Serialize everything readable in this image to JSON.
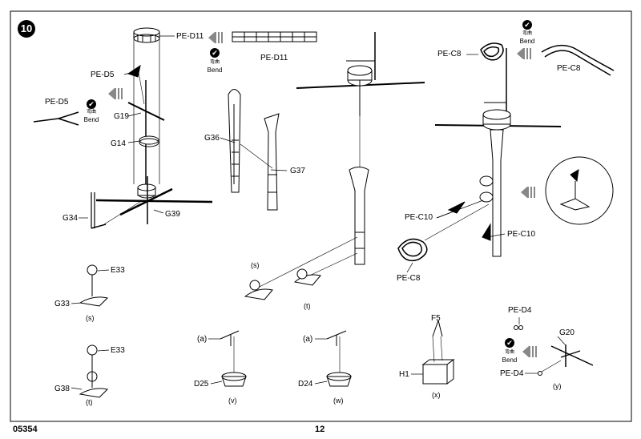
{
  "step": {
    "number": "10"
  },
  "footer": {
    "code": "05354",
    "page": "12"
  },
  "bend": {
    "cjk": "弯曲",
    "text": "Bend"
  },
  "labels": {
    "pe_d11_a": "PE-D11",
    "pe_d11_b": "PE-D11",
    "pe_d5_a": "PE-D5",
    "pe_d5_b": "PE-D5",
    "g19": "G19",
    "g14": "G14",
    "g34": "G34",
    "g39": "G39",
    "g36": "G36",
    "g37": "G37",
    "e33_a": "E33",
    "g33": "G33",
    "e33_b": "E33",
    "g38": "G38",
    "pe_c8_a": "PE-C8",
    "pe_c8_b": "PE-C8",
    "pe_c8_c": "PE-C8",
    "pe_c10_a": "PE-C10",
    "pe_c10_b": "PE-C10",
    "pe_d4_a": "PE-D4",
    "pe_d4_b": "PE-D4",
    "g20": "G20",
    "f5": "F5",
    "h1": "H1",
    "d25": "D25",
    "d24": "D24",
    "a1": "(a)",
    "a2": "(a)"
  },
  "subassemblies": {
    "s1": "(s)",
    "t1": "(t)",
    "s2": "(s)",
    "t2": "(t)",
    "v": "(v)",
    "w": "(w)",
    "x": "(x)",
    "y": "(y)"
  }
}
